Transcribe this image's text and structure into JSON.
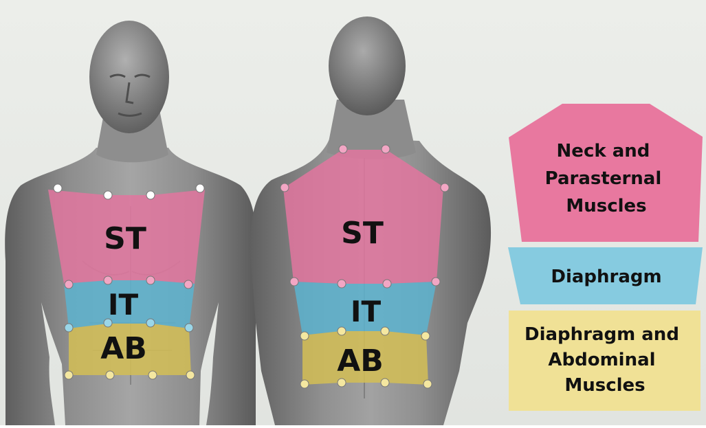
{
  "figure": {
    "front_view": {
      "regions": [
        {
          "key": "st",
          "label": "ST",
          "color": "#e2769f"
        },
        {
          "key": "it",
          "label": "IT",
          "color": "#5cb3cf"
        },
        {
          "key": "ab",
          "label": "AB",
          "color": "#d4be55"
        }
      ]
    },
    "back_view": {
      "regions": [
        {
          "key": "st",
          "label": "ST",
          "color": "#e2769f"
        },
        {
          "key": "it",
          "label": "IT",
          "color": "#5cb3cf"
        },
        {
          "key": "ab",
          "label": "AB",
          "color": "#d4be55"
        }
      ]
    },
    "legend": [
      {
        "key": "st",
        "color": "#e8789f",
        "lines": [
          "Neck and",
          "Parasternal",
          "Muscles"
        ]
      },
      {
        "key": "it",
        "color": "#86cbe0",
        "lines": [
          "Diaphragm"
        ]
      },
      {
        "key": "ab",
        "color": "#f0e196",
        "lines": [
          "Diaphragm and",
          "Abdominal",
          "Muscles"
        ]
      }
    ],
    "colors": {
      "background": "#e7e9e6",
      "body": "#8a8a8a",
      "marker_white": "#ffffff",
      "marker_pink": "#f2a6c4",
      "marker_blue": "#9ad6e8",
      "marker_yellow": "#f4e7a0",
      "label_text": "#111111"
    }
  }
}
